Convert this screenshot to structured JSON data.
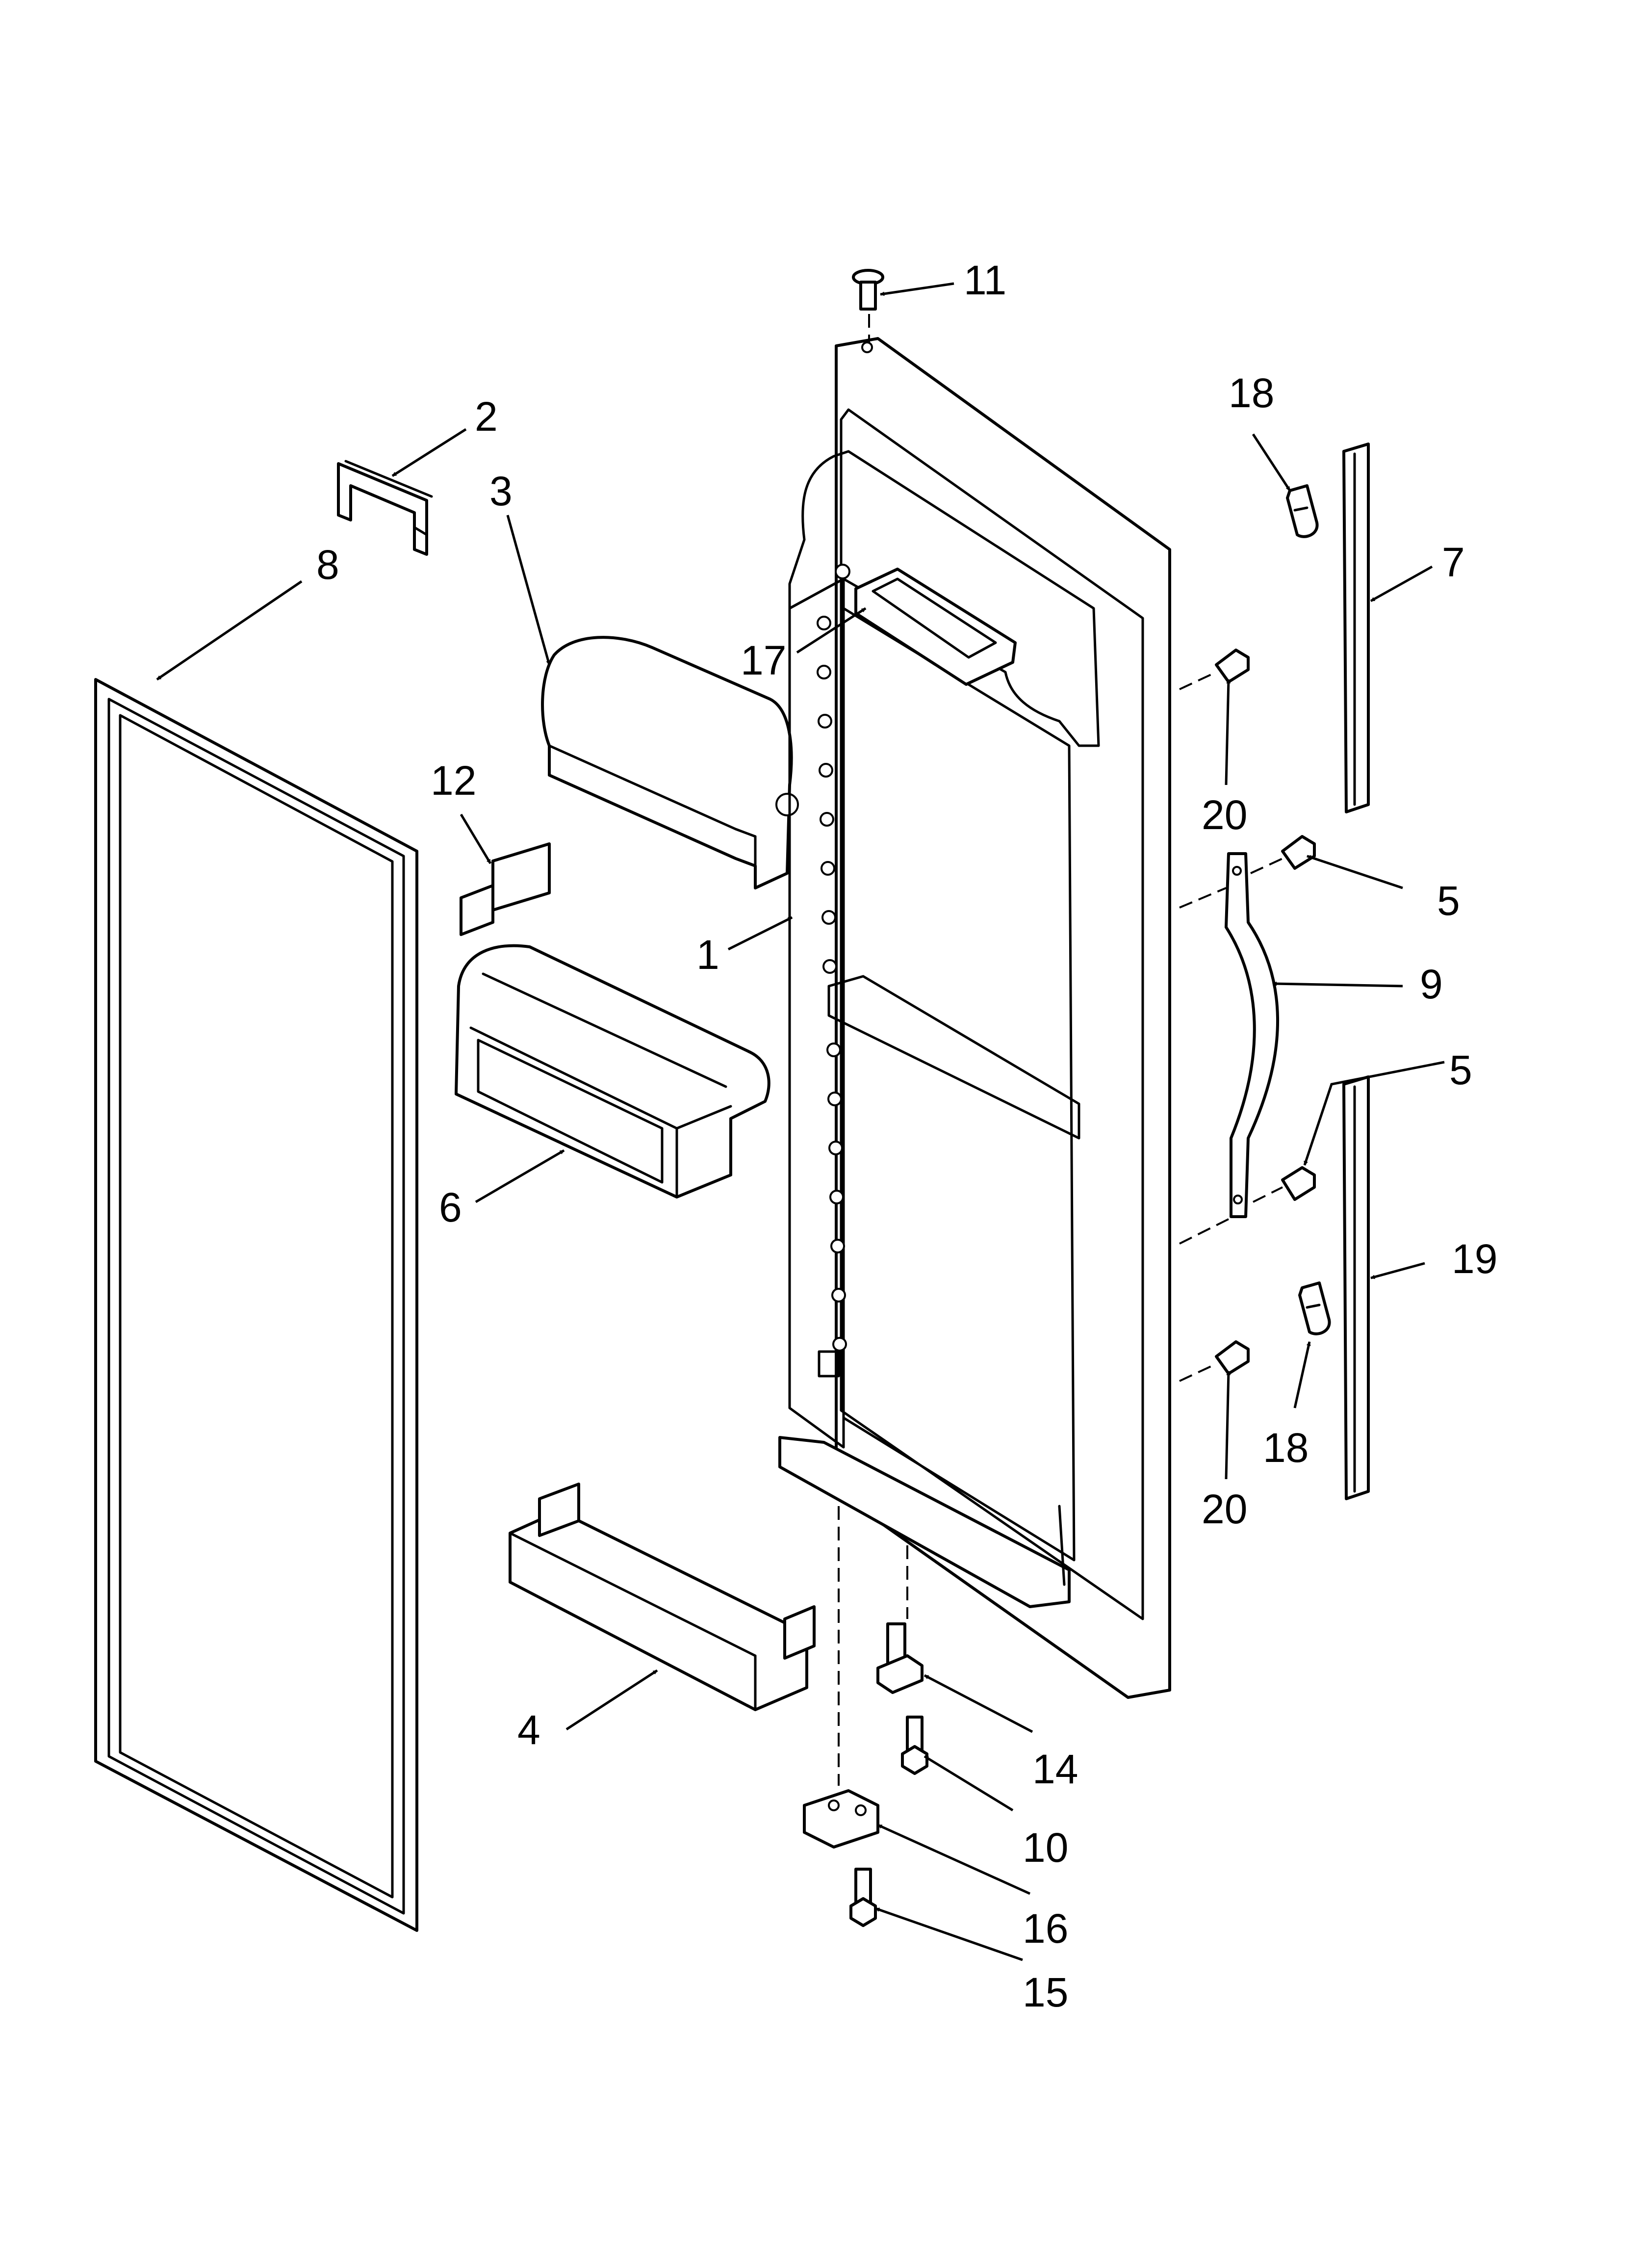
{
  "callouts": {
    "c1": "1",
    "c2": "2",
    "c3": "3",
    "c4": "4",
    "c5a": "5",
    "c5b": "5",
    "c6": "6",
    "c7": "7",
    "c8": "8",
    "c9": "9",
    "c10": "10",
    "c11": "11",
    "c12": "12",
    "c14": "14",
    "c15": "15",
    "c16": "16",
    "c17": "17",
    "c18a": "18",
    "c18b": "18",
    "c19": "19",
    "c20a": "20",
    "c20b": "20"
  },
  "colors": {
    "line": "#000000",
    "background": "#ffffff"
  }
}
